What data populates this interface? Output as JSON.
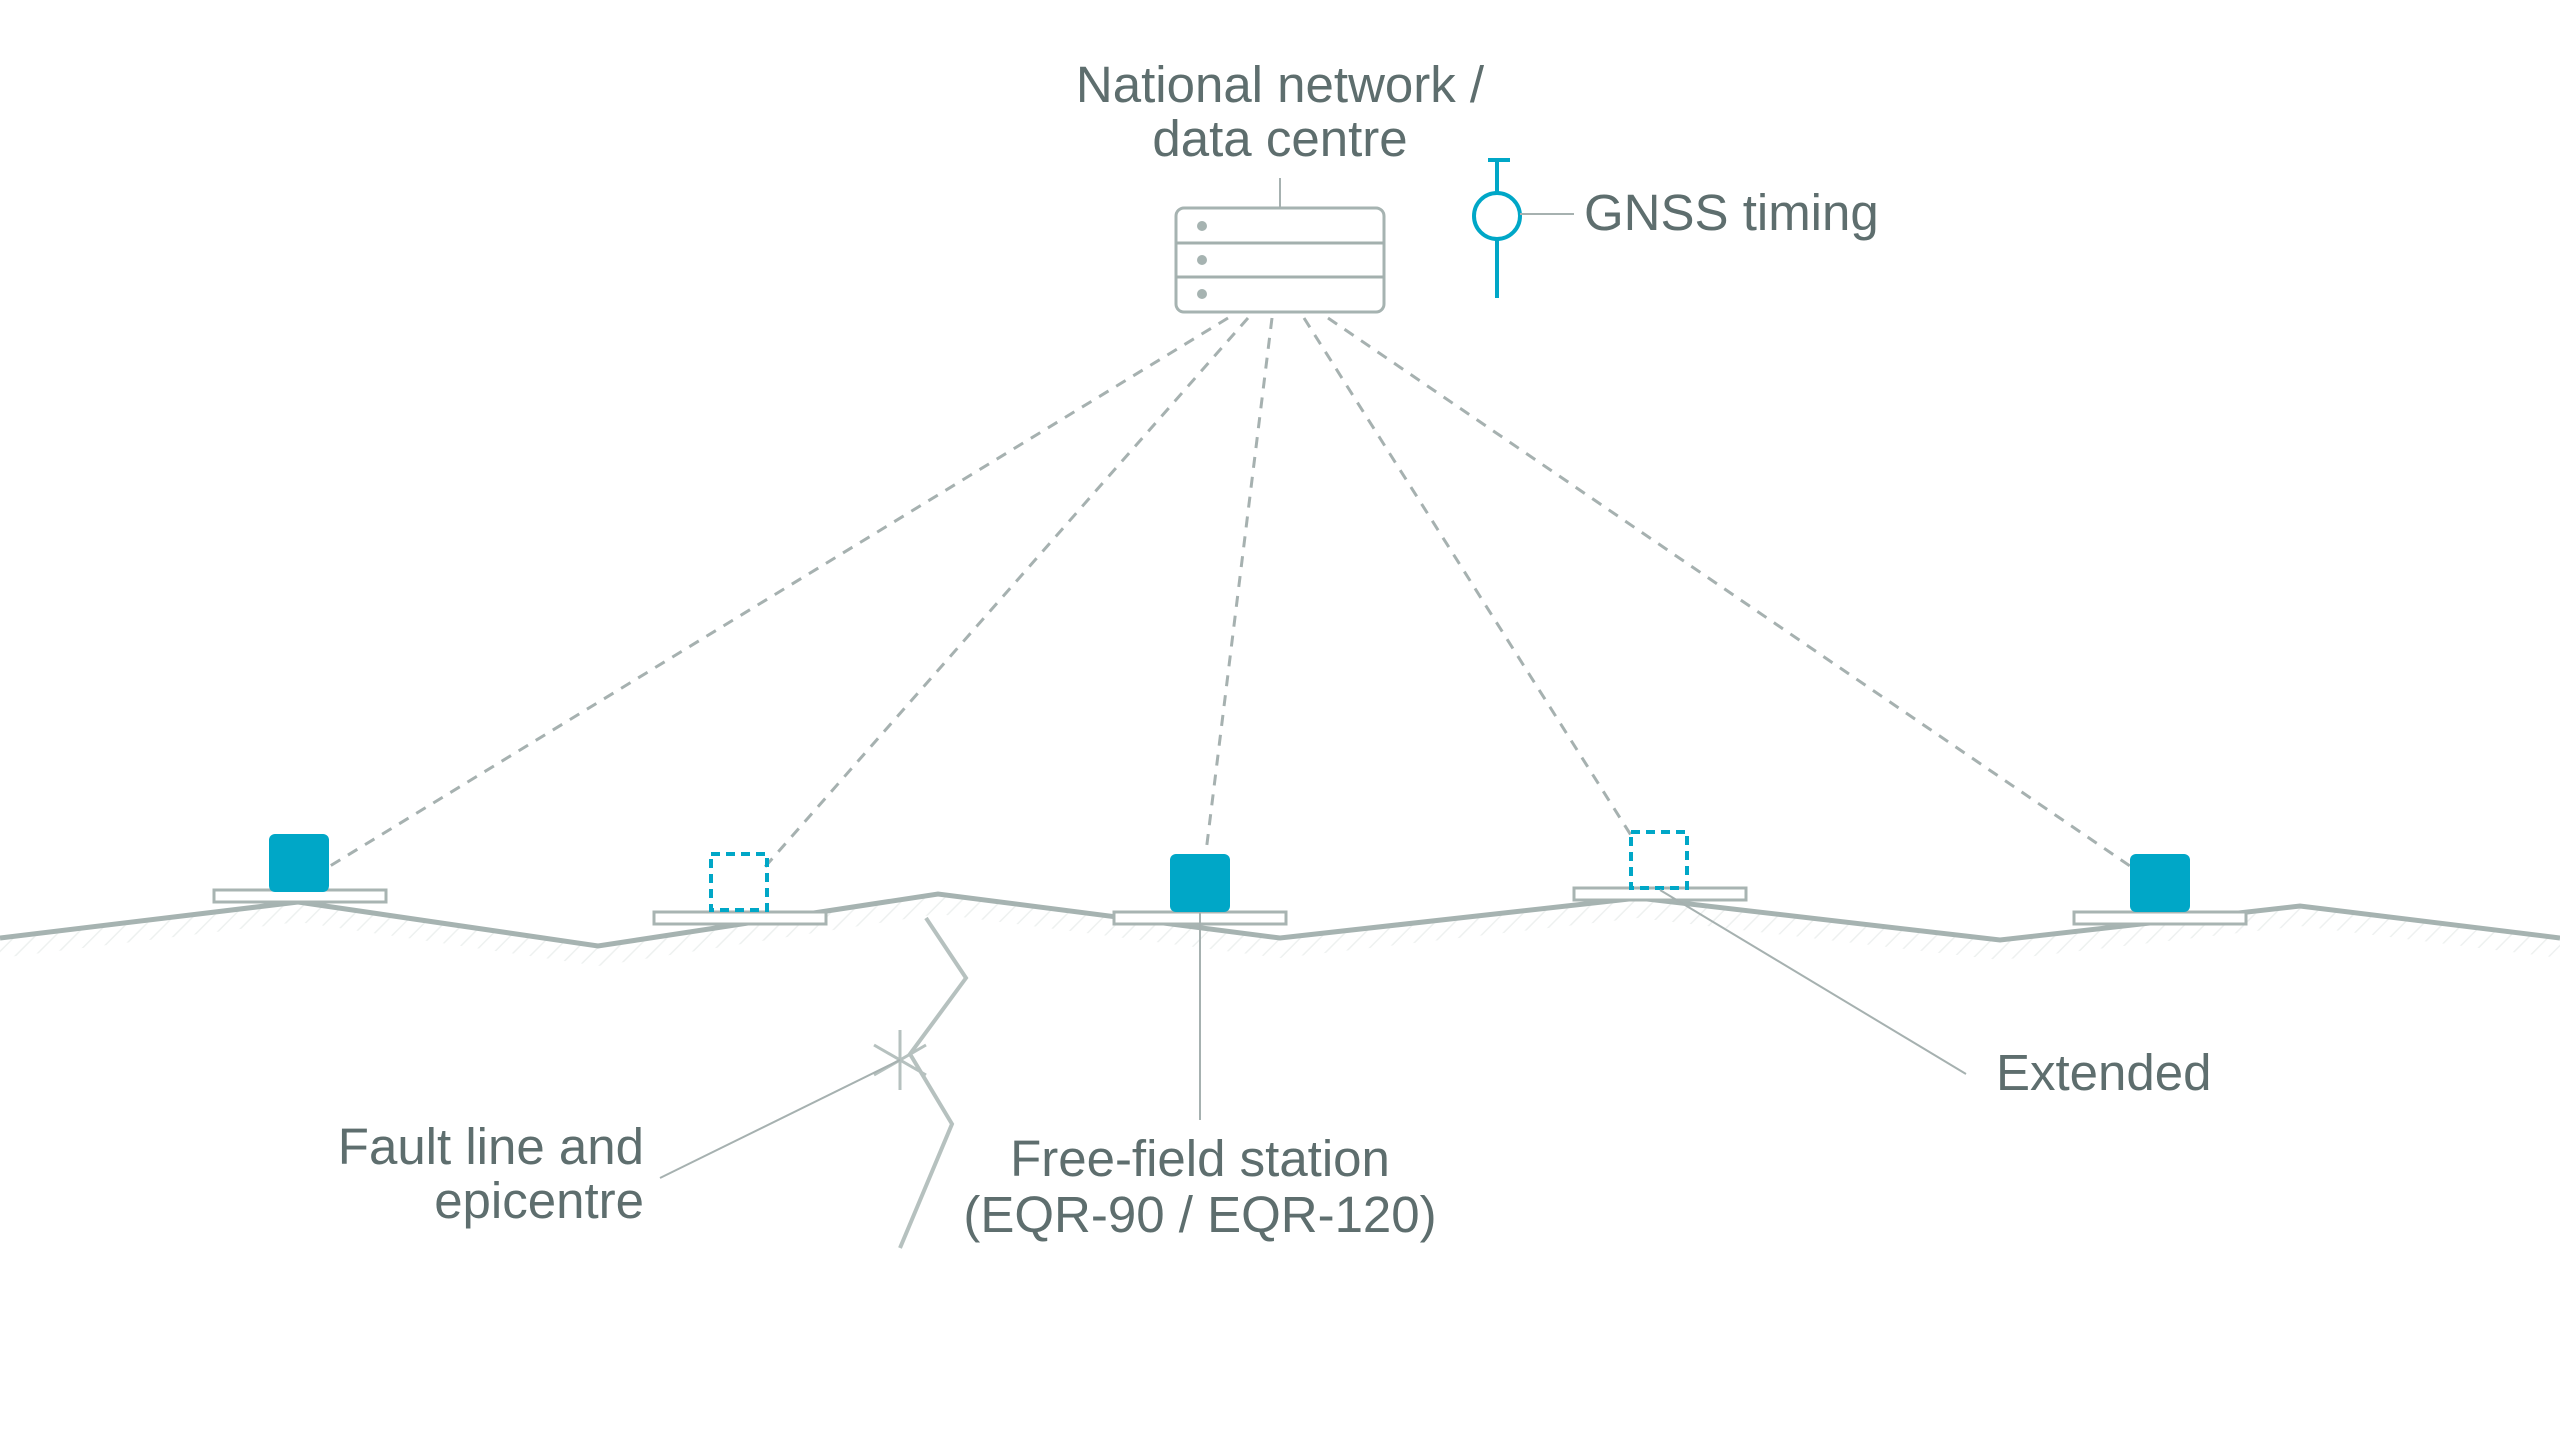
{
  "diagram": {
    "hub_label": [
      "National network /",
      "data centre"
    ],
    "gnss_label": "GNSS timing",
    "extended_label": "Extended",
    "fault_label": [
      "Fault line and",
      "epicentre"
    ],
    "station_label": [
      "Free-field station",
      "(EQR-90 / EQR-120)"
    ],
    "colors": {
      "accent": "#00a7c7",
      "line": "#a6b1b0",
      "text": "#5e6e6e",
      "background": "#ffffff"
    },
    "stations": [
      {
        "kind": "installed"
      },
      {
        "kind": "extended"
      },
      {
        "kind": "installed"
      },
      {
        "kind": "extended"
      },
      {
        "kind": "installed"
      }
    ]
  }
}
